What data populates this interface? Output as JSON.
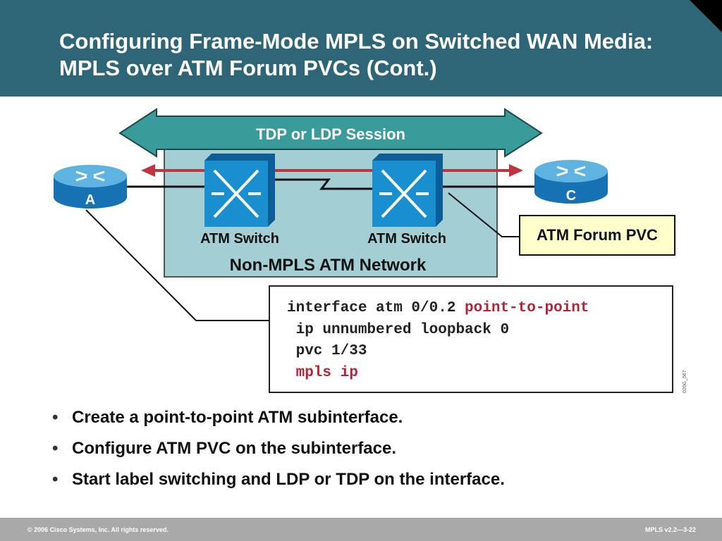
{
  "header": {
    "title_line1": "Configuring Frame-Mode MPLS on Switched WAN Media:",
    "title_line2": "MPLS over ATM Forum PVCs (Cont.)"
  },
  "diagram": {
    "session_label": "TDP or LDP Session",
    "router_a_label": "A",
    "router_c_label": "C",
    "switch1_label": "ATM Switch",
    "switch2_label": "ATM Switch",
    "network_label": "Non-MPLS ATM Network",
    "pvc_label": "ATM Forum PVC",
    "figure_code": "020G_567",
    "colors": {
      "network_fill": "#a3cfd4",
      "session_fill": "#3a9c9a",
      "device_blue": "#1a8fd0",
      "pvc_fill": "#ffffcc",
      "red": "#c0343f"
    }
  },
  "config": {
    "line1_cmd": "interface atm 0/0.2 ",
    "line1_kw": "point-to-point",
    "line2": " ip unnumbered loopback 0",
    "line3": " pvc 1/33",
    "line4_kw": " mpls ip"
  },
  "bullets": [
    "Create a point-to-point ATM subinterface.",
    "Configure ATM PVC on the subinterface.",
    "Start label switching and LDP or TDP on the interface."
  ],
  "footer": {
    "copyright": "© 2006 Cisco Systems, Inc. All rights reserved.",
    "slide_ref": "MPLS v2.2—3-22"
  }
}
